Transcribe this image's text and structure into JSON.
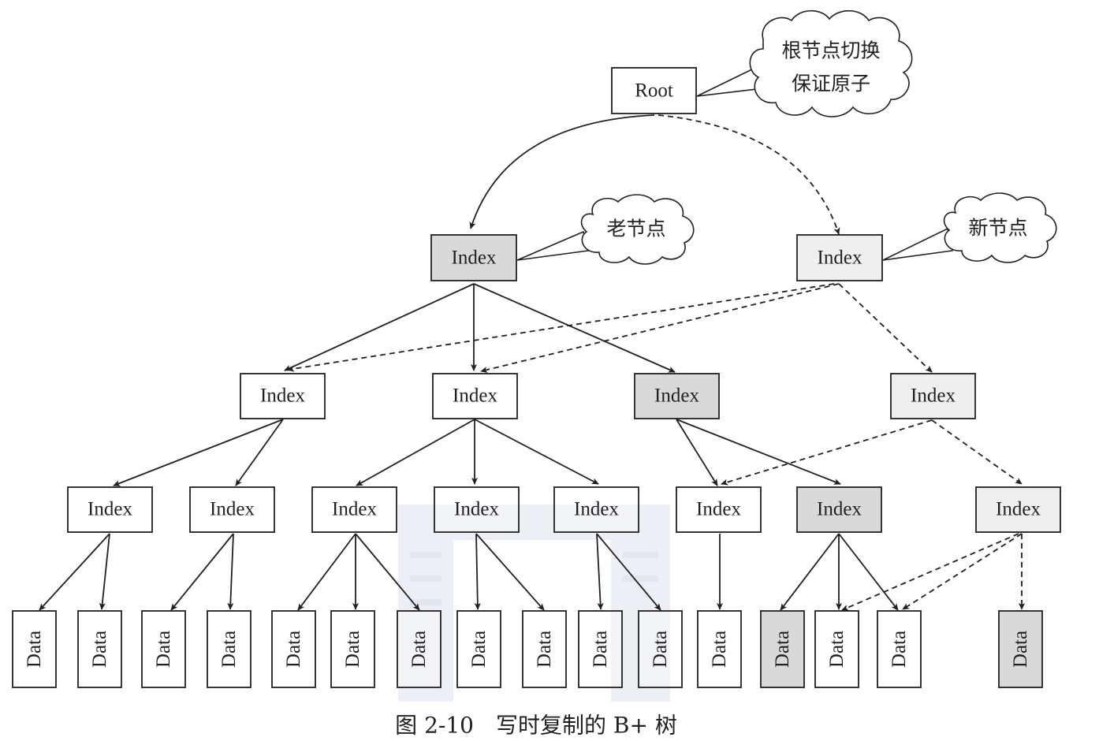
{
  "colors": {
    "stroke": "#231f20",
    "shaded_fill": "#d9d9d9",
    "light_fill": "#efefef",
    "plain_fill": "#ffffff",
    "watermark": "#e4e9f1"
  },
  "root": {
    "label": "Root"
  },
  "labels": {
    "index": "Index",
    "data": "Data"
  },
  "callouts": {
    "root_line1": "根节点切换",
    "root_line2": "保证原子",
    "old": "老节点",
    "new": "新节点"
  },
  "caption": "图 2-10　写时复制的 B+ 树"
}
